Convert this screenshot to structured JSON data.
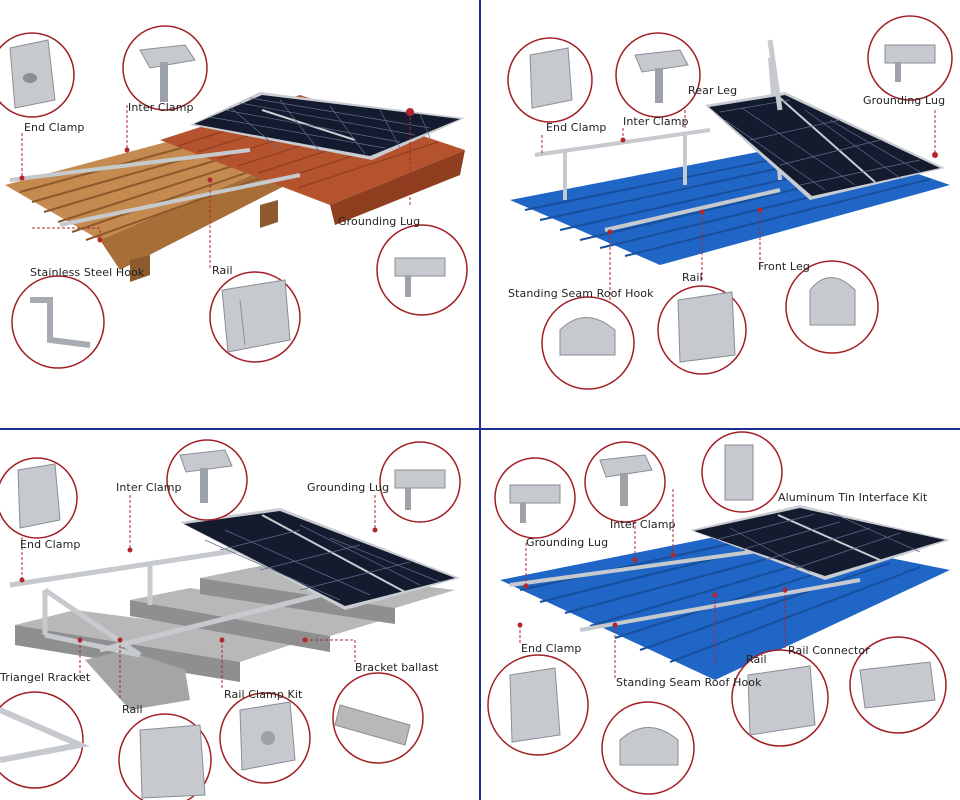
{
  "colors": {
    "divider": "#1a2f8f",
    "callout": "#a11f24",
    "leader": "#b3262d",
    "panel": "#141b2e",
    "cell_line": "#5f6d8a",
    "rail": "#b9bcc2",
    "roof_blue": "#1f66c6",
    "roof_tile": "#b5532e",
    "wood": "#c48a50"
  },
  "panels": [
    {
      "id": "tile-roof",
      "labels": {
        "end_clamp": "End Clamp",
        "inter_clamp": "Inter Clamp",
        "grounding_lug": "Grounding Lug",
        "stainless_steel_hook": "Stainless Steel Hook",
        "rail": "Rail"
      }
    },
    {
      "id": "metal-roof-tilt",
      "labels": {
        "end_clamp": "End Clamp",
        "inter_clamp": "Inter Clamp",
        "rear_leg": "Rear Leg",
        "grounding_lug": "Grounding Lug",
        "standing_seam_roof_hook": "Standing Seam Roof Hook",
        "rail": "Rail",
        "front_leg": "Front Leg"
      }
    },
    {
      "id": "ballast-ground",
      "labels": {
        "end_clamp": "End Clamp",
        "inter_clamp": "Inter Clamp",
        "grounding_lug": "Grounding Lug",
        "triangle_bracket": "Triangel  Rracket",
        "rail": "Rail",
        "rail_clamp_kit": "Rail Clamp Kit",
        "bracket_ballast": "Bracket ballast"
      }
    },
    {
      "id": "metal-roof-flush",
      "labels": {
        "grounding_lug": "Grounding Lug",
        "inter_clamp": "Inter Clamp",
        "aluminum_tin_interface_kit": "Aluminum Tin Interface Kit",
        "end_clamp": "End Clamp",
        "standing_seam_roof_hook": "Standing Seam Roof Hook",
        "rail": "Rail",
        "rail_connector": "Rail Connector"
      }
    }
  ]
}
